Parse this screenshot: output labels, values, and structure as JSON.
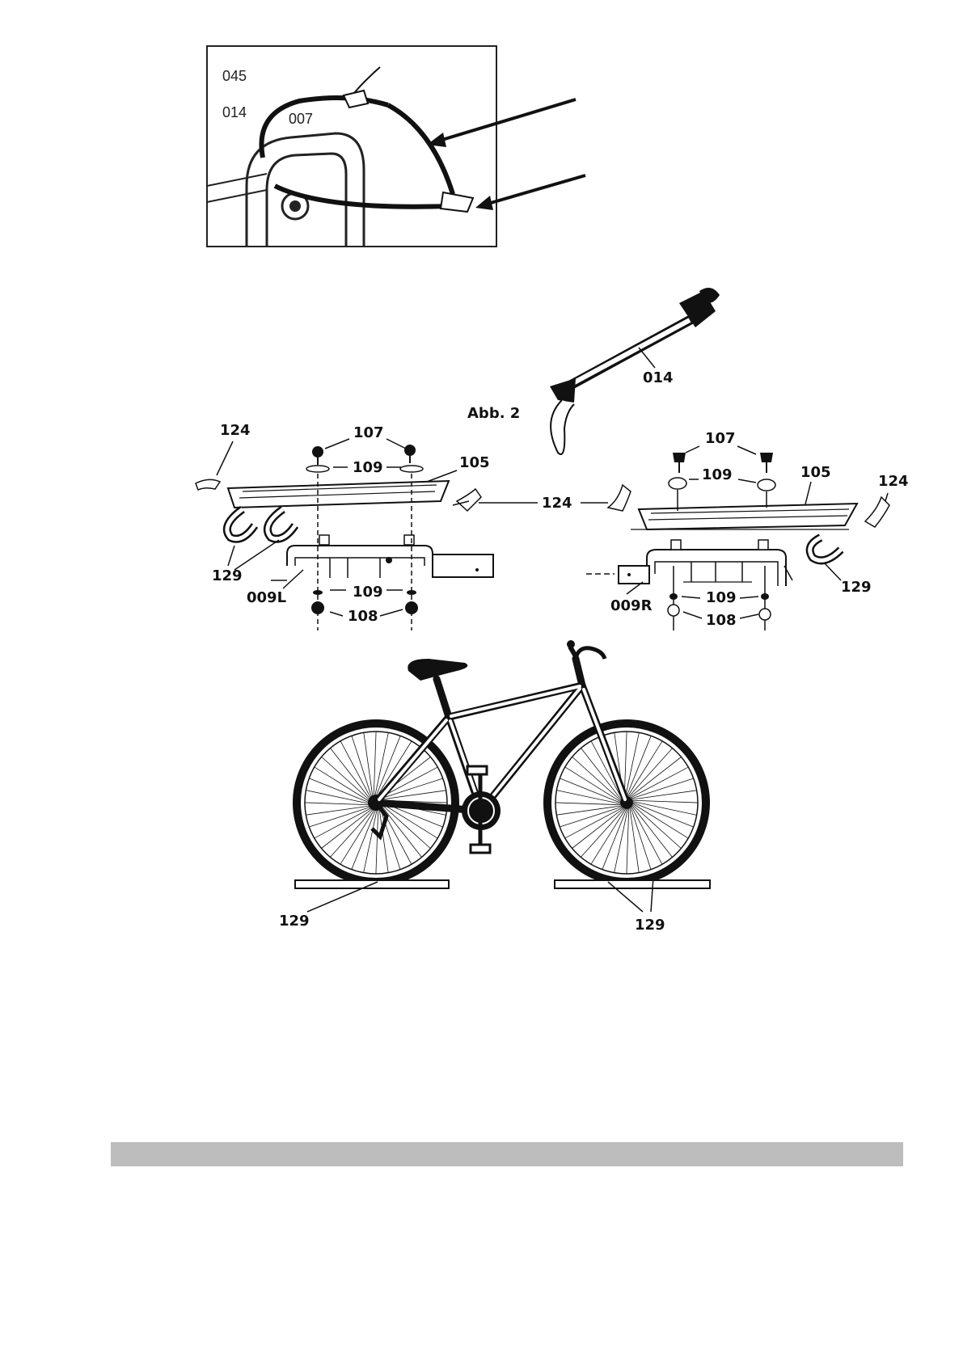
{
  "inset": {
    "labels": [
      "045",
      "014",
      "007"
    ]
  },
  "figure_title": "Abb. 2",
  "clamp": {
    "label": "014"
  },
  "left_rail": {
    "labels": {
      "end_cap": "124",
      "knob": "107",
      "washer_top": "109",
      "rail": "105",
      "strap": "129",
      "bracket": "009L",
      "washer_bottom": "109",
      "nut": "108"
    }
  },
  "middle_label": "124",
  "right_rail": {
    "labels": {
      "knob": "107",
      "washer_top": "109",
      "rail": "105",
      "end_cap": "124",
      "strap": "129",
      "bracket": "009R",
      "washer_bottom": "109",
      "nut": "108"
    }
  },
  "bike": {
    "label_left": "129",
    "label_right": "129"
  }
}
